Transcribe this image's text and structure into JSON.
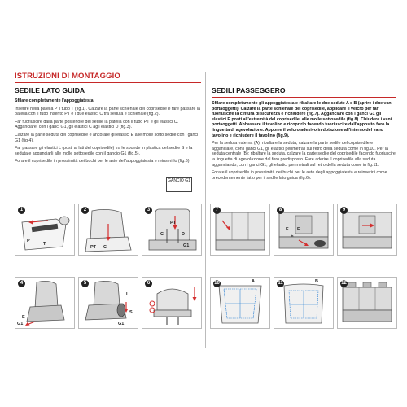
{
  "left": {
    "title": "ISTRUZIONI DI MONTAGGIO",
    "subtitle": "SEDILE LATO GUIDA",
    "paragraphs": [
      "Sfilare completamente l'appoggiatesta.",
      "Inserire nella patella P il tubo T (fig.1). Calzare la parte schienale del coprisedile e fare passare la patella con il tubo inserito PT e i due elastici C tra seduta e schienale (fig.2).",
      "Far fuoriuscire dalla parte posteriore del sedile la patella con il tubo PT e gli elastici C. Agganciare, con i ganci G1, gli elastici C agli elastici D (fig.3).",
      "Calzare la parte seduta del coprisedile e ancorare gli elastici E alle molle sotto sedile con i ganci G1 (fig.4).",
      "Far passare gli elastici L (posti ai lati del coprisedile) tra le sponde in plastica del sedile S e la seduta e agganciarli alle molle sottosedile con il gancio G1 (fig.5).",
      "Forare il coprisedile in prossimità dei buchi per le aste dell'appoggiatesta e reinserirlo (fig.6)."
    ],
    "code": "GANCIO G1"
  },
  "right": {
    "subtitle": "SEDILI PASSEGGERO",
    "paragraphs": [
      "Sfilare completamente gli appoggiatesta e ribaltare le due sedute A e B (aprire i due vani portaoggetti). Calzare la parte schienale del coprisedile, applicare il velcro per far fuoriuscire la cintura di sicurezza e richiudere (fig.7). Agganciare con i ganci G1 gli elastici E posti all'estremità del coprisedile, alle molle sottosedile (fig.8). Chiudere i vani portaoggetti. Abbassare il tavolino e ricoprirlo facendo fuoriuscire dall'apposito foro la linguetta di agevolazione. Apporre il velcro adesivo in dotazione all'interno del vano tavolino e richiudere il tavolino (fig.9).",
      "Per la seduta esterna (A): ribaltare la seduta, calzare la parte sedile del coprisedile e agganciare, con i ganci G1, gli elastici perimetrali sul retro della seduta come in fig.10. Per la seduta centrale (B): ribaltare la seduta, calzare la parte sedile del coprisedile facendo fuoriuscire la linguetta di agevolazione dal foro predisposto. Fare aderire il coprisedile alla seduta agganciando, con i ganci G1, gli elastici perimetrali sul retro della seduta come in fig.11.",
      "Forare il coprisedile in prossimità dei buchi per le aste degli appoggiatesta e reinserirli come precedentemente fatto per il sedile lato guida (fig.6)."
    ]
  },
  "figures": [
    {
      "num": "1",
      "labels": [
        "P",
        "T"
      ]
    },
    {
      "num": "2",
      "labels": [
        "PT",
        "C"
      ]
    },
    {
      "num": "3",
      "labels": [
        "PT",
        "C",
        "D",
        "G1"
      ]
    },
    {
      "num": "4",
      "labels": [
        "E",
        "G1"
      ]
    },
    {
      "num": "5",
      "labels": [
        "L",
        "S",
        "G1"
      ]
    },
    {
      "num": "6",
      "labels": []
    },
    {
      "num": "7",
      "labels": []
    },
    {
      "num": "8",
      "labels": [
        "E",
        "E",
        "F"
      ]
    },
    {
      "num": "9",
      "labels": []
    },
    {
      "num": "10",
      "labels": [
        "A"
      ]
    },
    {
      "num": "11",
      "labels": [
        "B"
      ]
    },
    {
      "num": "12",
      "labels": []
    }
  ],
  "colors": {
    "accent": "#c62828",
    "arrow": "#d32f2f",
    "ink": "#222222"
  }
}
